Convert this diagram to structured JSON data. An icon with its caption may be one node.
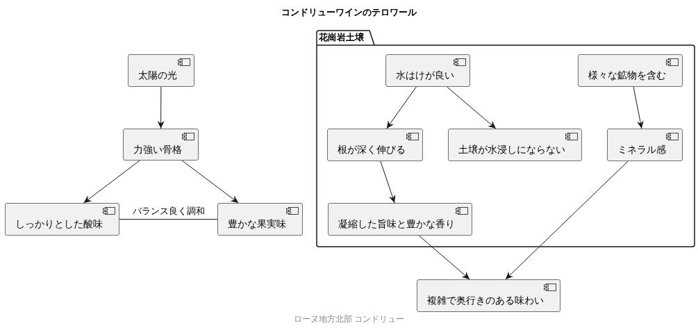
{
  "diagram": {
    "title": "コンドリューワインのテロワール",
    "nodes": [
      {
        "text": [
          "花崗岩土壌"
        ]
      },
      {
        "text": [
          "太陽の光"
        ]
      },
      {
        "text": [
          "水はけが良い"
        ],
        "in": 0
      },
      {
        "text": [
          "様々な鉱物を含む"
        ],
        "in": 0
      },
      {
        "text": [
          "力強い骨格"
        ]
      },
      {
        "text": [
          "根が深く伸びる"
        ],
        "in": 0
      },
      {
        "text": [
          "土壌が水浸しにならない"
        ],
        "in": 0
      },
      {
        "text": [
          "ミネラル感"
        ],
        "in": 0
      },
      {
        "text": [
          "しっかりとした酸味"
        ]
      },
      {
        "text": [
          "豊かな果実味"
        ]
      },
      {
        "text": [
          "凝縮した旨味と豊かな香り"
        ],
        "in": 0
      },
      {
        "text": [
          "複雑で奥行きのある味わい"
        ]
      }
    ],
    "edges": [
      {
        "from": 1,
        "to": 4,
        "arrow": "to"
      },
      {
        "from": 4,
        "to": 8,
        "arrow": "to"
      },
      {
        "from": 4,
        "to": 9,
        "arrow": "to"
      },
      {
        "from": 8,
        "to": 9,
        "arrow": "none",
        "label": "バランス良く調和"
      },
      {
        "from": 2,
        "to": 5,
        "arrow": "to"
      },
      {
        "from": 2,
        "to": 6,
        "arrow": "to"
      },
      {
        "from": 5,
        "to": 10,
        "arrow": "to"
      },
      {
        "from": 3,
        "to": 7,
        "arrow": "to"
      },
      {
        "from": 10,
        "to": 11,
        "arrow": "to"
      },
      {
        "from": 7,
        "to": 11,
        "arrow": "to"
      }
    ],
    "labels": [
      "ローヌ地方北部 コンドリュー"
    ]
  }
}
